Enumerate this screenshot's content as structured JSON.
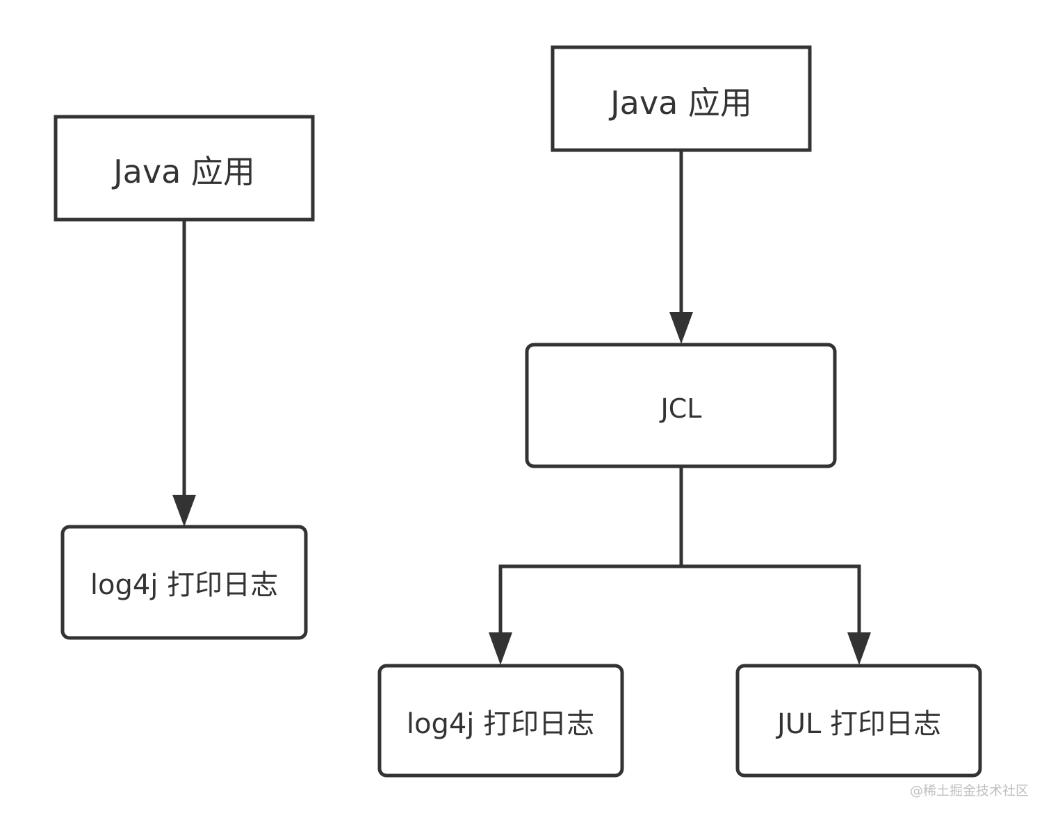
{
  "left_diagram": {
    "app_label": "Java 应用",
    "log_label": "log4j 打印日志"
  },
  "right_diagram": {
    "app_label": "Java 应用",
    "facade_label": "JCL",
    "log4j_label": "log4j 打印日志",
    "jul_label": "JUL 打印日志"
  },
  "watermark": "@稀土掘金技术社区",
  "colors": {
    "stroke": "#333333",
    "background": "#ffffff",
    "watermark": "#bfbfbf"
  }
}
